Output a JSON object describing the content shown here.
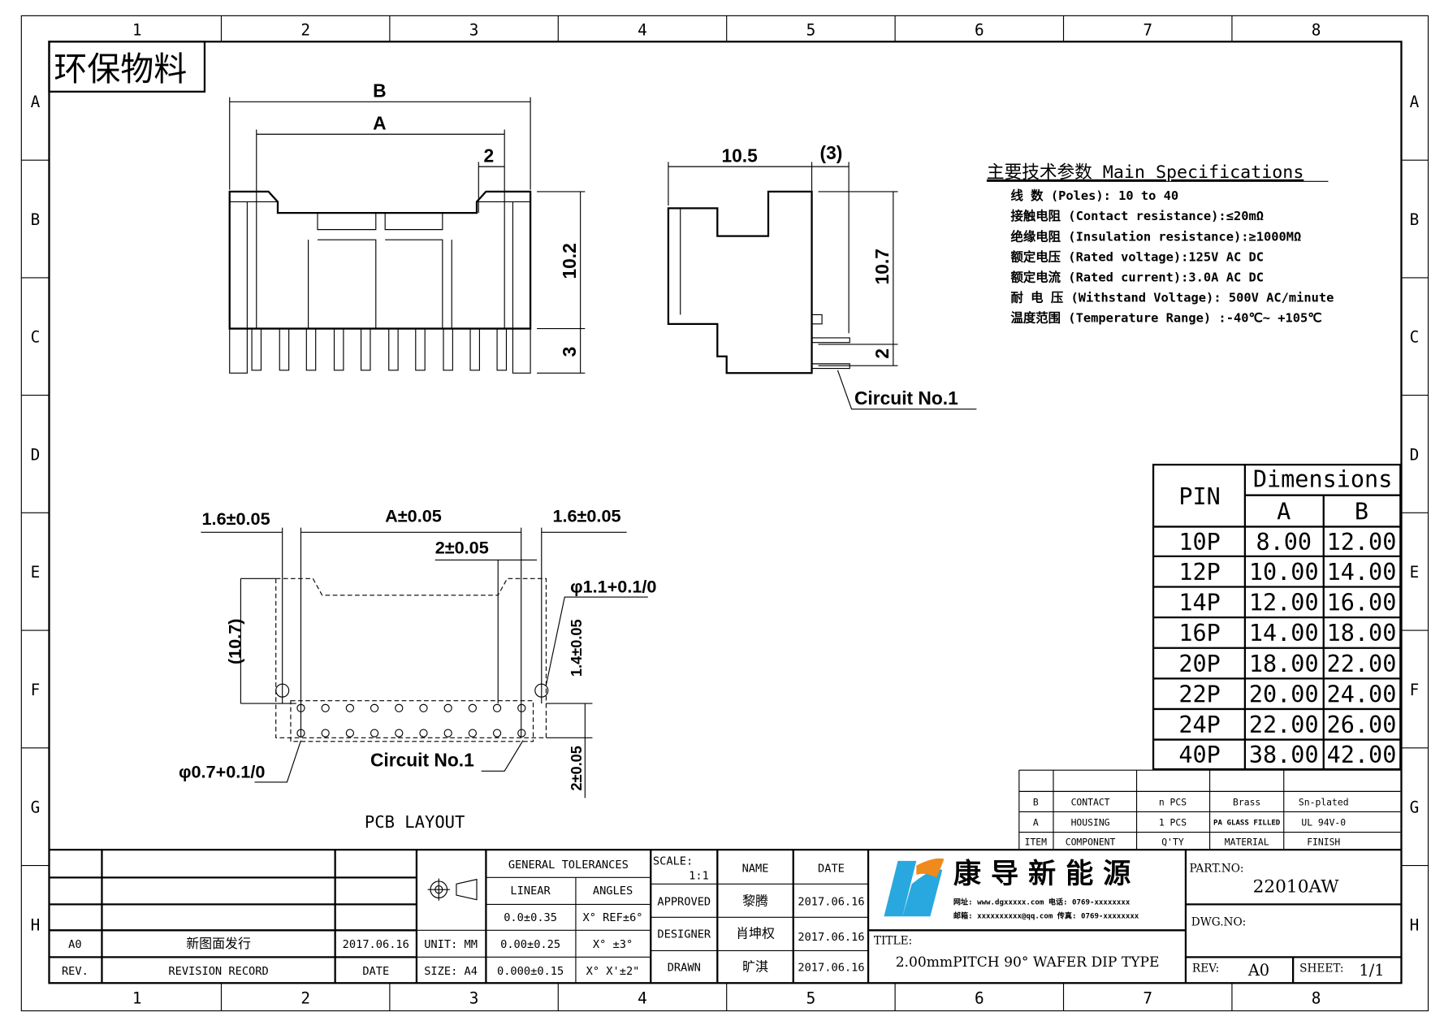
{
  "frame": {
    "cols": [
      "1",
      "2",
      "3",
      "4",
      "5",
      "6",
      "7",
      "8"
    ],
    "rows": [
      "A",
      "B",
      "C",
      "D",
      "E",
      "F",
      "G",
      "H"
    ]
  },
  "stamp": "环保物料",
  "front_view": {
    "dim_b": "B",
    "dim_a": "A",
    "dim_pitch": "2",
    "dim_height": "10.2",
    "dim_pin": "3"
  },
  "side_view": {
    "dim_depth": "10.5",
    "dim_ref": "(3)",
    "dim_height": "10.7",
    "dim_pin": "2",
    "circuit_label": "Circuit No.1"
  },
  "specs": {
    "title": "主要技术参数 Main Specifications",
    "lines": [
      "线    数 (Poles): 10 to 40",
      "接触电阻 (Contact resistance):≤20mΩ",
      "绝缘电阻 (Insulation resistance):≥1000MΩ",
      "额定电压 (Rated voltage):125V AC DC",
      "额定电流 (Rated current):3.0A AC DC",
      "耐 电 压 (Withstand Voltage): 500V AC/minute",
      "温度范围 (Temperature Range) :-40℃~ +105℃"
    ]
  },
  "dimensions_table": {
    "pin_header": "PIN",
    "group_header": "Dimensions",
    "col_a": "A",
    "col_b": "B",
    "rows": [
      {
        "pin": "10P",
        "a": "8.00",
        "b": "12.00"
      },
      {
        "pin": "12P",
        "a": "10.00",
        "b": "14.00"
      },
      {
        "pin": "14P",
        "a": "12.00",
        "b": "16.00"
      },
      {
        "pin": "16P",
        "a": "14.00",
        "b": "18.00"
      },
      {
        "pin": "20P",
        "a": "18.00",
        "b": "22.00"
      },
      {
        "pin": "22P",
        "a": "20.00",
        "b": "24.00"
      },
      {
        "pin": "24P",
        "a": "22.00",
        "b": "26.00"
      },
      {
        "pin": "40P",
        "a": "38.00",
        "b": "42.00"
      }
    ]
  },
  "pcb_layout": {
    "title": "PCB LAYOUT",
    "dim_left": "1.6±0.05",
    "dim_a": "A±0.05",
    "dim_right": "1.6±0.05",
    "dim_pitch": "2±0.05",
    "dim_hole_big": "φ1.1+0.1/0",
    "dim_height": "(10.7)",
    "dim_offset": "1.4±0.05",
    "dim_row": "2±0.05",
    "dim_hole_small": "φ0.7+0.1/0",
    "circuit_label": "Circuit No.1"
  },
  "bom": {
    "headers": [
      "ITEM",
      "COMPONENT",
      "Q'TY",
      "MATERIAL",
      "FINISH"
    ],
    "rows": [
      [
        "B",
        "CONTACT",
        "n  PCS",
        "Brass",
        "Sn-plated"
      ],
      [
        "A",
        "HOUSING",
        "1  PCS",
        "PA GLASS FILLED",
        "UL 94V-0"
      ]
    ]
  },
  "title_block": {
    "revision": {
      "rev": "A0",
      "record": "新图面发行",
      "date": "2017.06.16",
      "rev_header": "REV.",
      "record_header": "REVISION RECORD",
      "date_header": "DATE"
    },
    "unit": "UNIT: MM",
    "size": "SIZE: A4",
    "tolerances": {
      "title": "GENERAL TOLERANCES",
      "linear": "LINEAR",
      "angles": "ANGLES",
      "rows": [
        [
          "0.0±0.35",
          "X° REF±6°"
        ],
        [
          "0.00±0.25",
          "X° ±3°"
        ],
        [
          "0.000±0.15",
          "X° X'±2\""
        ]
      ]
    },
    "scale_label": "SCALE:",
    "scale": "1:1",
    "name_header": "NAME",
    "date_header": "DATE",
    "signoffs": [
      {
        "role": "APPROVED",
        "name": "黎腾",
        "date": "2017.06.16"
      },
      {
        "role": "DESIGNER",
        "name": "肖坤权",
        "date": "2017.06.16"
      },
      {
        "role": "DRAWN",
        "name": "旷淇",
        "date": "2017.06.16"
      }
    ],
    "company": "康 导 新 能 源",
    "company_contact": [
      "网址: www.dgxxxxx.com  电话: 0769-xxxxxxxx",
      "邮箱: xxxxxxxxxx@qq.com  传真: 0769-xxxxxxxx"
    ],
    "title_label": "TITLE:",
    "title": "2.00mmPITCH 90° WAFER DIP TYPE",
    "part_no_label": "PART.NO:",
    "part_no": "22010AW",
    "dwg_no_label": "DWG.NO:",
    "rev_label": "REV:",
    "rev": "A0",
    "sheet_label": "SHEET:",
    "sheet": "1/1"
  }
}
